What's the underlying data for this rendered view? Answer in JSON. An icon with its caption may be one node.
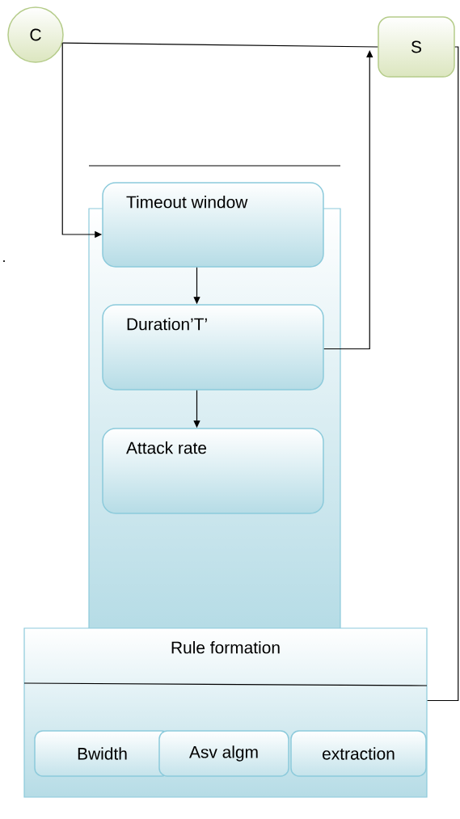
{
  "diagram": {
    "nodes": [
      {
        "text": [
          "C"
        ]
      },
      {
        "text": [
          "S"
        ]
      },
      {
        "text": [],
        "shape": "box"
      },
      {
        "text": [
          "Timeout window"
        ]
      },
      {
        "text": [
          "Duration’T’"
        ],
        "in": 2
      },
      {
        "text": [
          "Attack rate"
        ],
        "in": 2
      },
      {
        "text": [
          "Rule formation"
        ]
      },
      {
        "text": [
          "Bwidth"
        ],
        "in": 6
      },
      {
        "text": [
          "Asv algm"
        ],
        "in": 6
      },
      {
        "text": [
          "extraction"
        ],
        "in": 6
      }
    ],
    "edges": [
      {
        "from": 0,
        "to": 1,
        "arrow": "none"
      },
      {
        "from": 0,
        "to": 3,
        "arrow": "to"
      },
      {
        "from": 3,
        "to": 4,
        "arrow": "to"
      },
      {
        "from": 4,
        "to": 5,
        "arrow": "to"
      },
      {
        "from": 4,
        "to": 1,
        "arrow": "to"
      },
      {
        "from": 1,
        "to": 6,
        "arrow": "none"
      }
    ]
  }
}
